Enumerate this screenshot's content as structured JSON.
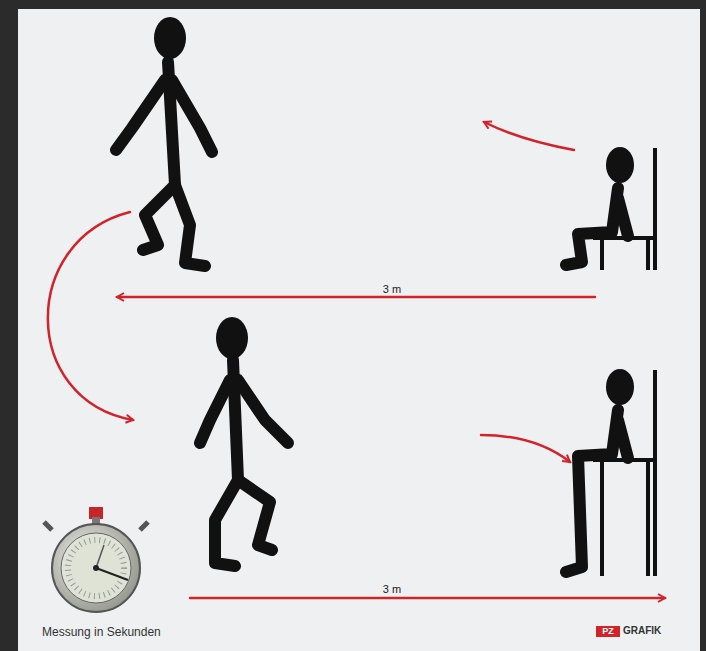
{
  "diagram": {
    "labels": [
      "3 m",
      "3 m",
      "Messung in Sekunden",
      "PZ",
      "GRAFIK"
    ]
  }
}
